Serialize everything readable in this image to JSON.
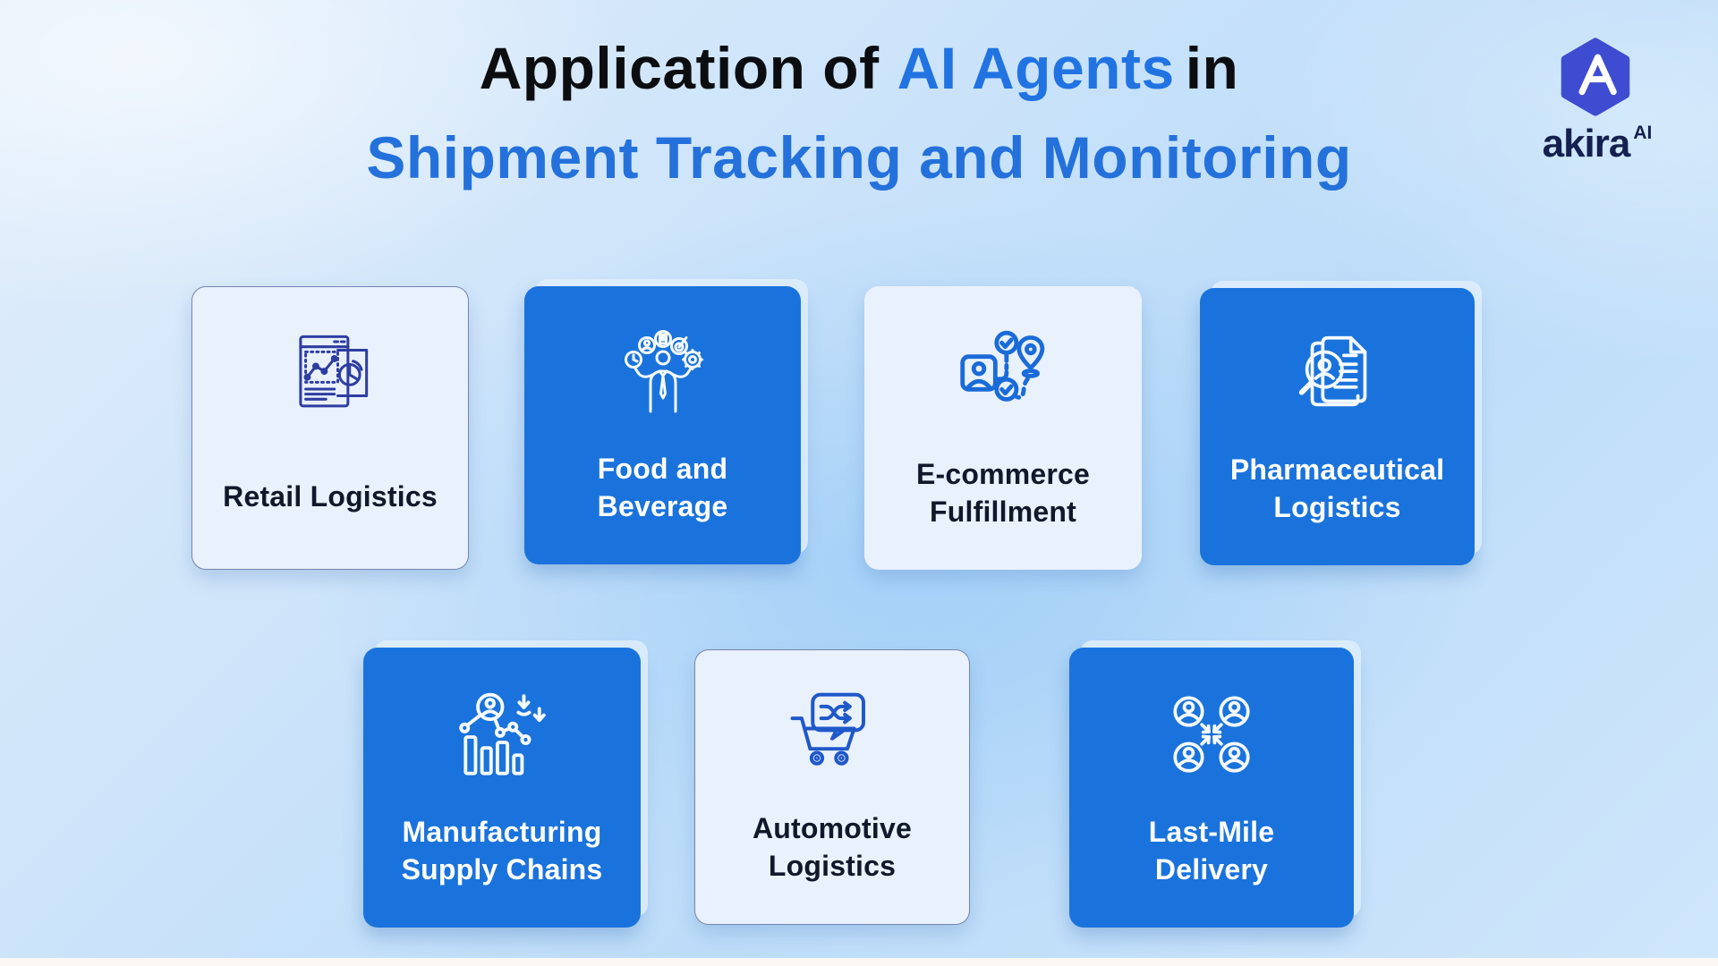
{
  "header": {
    "title_line1": {
      "part1": "Application of",
      "part2": "AI Agents",
      "part3": "in"
    },
    "title_line2": "Shipment Tracking and Monitoring"
  },
  "logo": {
    "brand": "akira",
    "sup": "AI",
    "monogram": "A",
    "hexagon_color": "#3e4cd1",
    "text_color": "#14204f"
  },
  "colors": {
    "card_blue": "#1a73dc",
    "card_light": "#e9f1fc",
    "title_black": "#0c0d10",
    "title_blue": "#2471db",
    "blue_card_text": "#ffffff",
    "light_card_text": "#10182b",
    "background_blue": "#bcdcf9"
  },
  "cards": [
    {
      "label": "Retail Logistics",
      "variant": "light",
      "icon": "retail-report-analytics-icon"
    },
    {
      "label": "Food and\nBeverage",
      "variant": "blue",
      "icon": "person-juggling-tasks-icon"
    },
    {
      "label": "E-commerce\nFulfillment",
      "variant": "light",
      "icon": "order-route-tracking-icon"
    },
    {
      "label": "Pharmaceutical\nLogistics",
      "variant": "blue",
      "icon": "document-inspection-icon"
    },
    {
      "label": "Manufacturing\nSupply Chains",
      "variant": "blue",
      "icon": "supply-chain-analytics-icon"
    },
    {
      "label": "Automotive\nLogistics",
      "variant": "light",
      "icon": "cart-shuffle-icon"
    },
    {
      "label": "Last-Mile\nDelivery",
      "variant": "blue",
      "icon": "people-convergence-icon"
    }
  ]
}
